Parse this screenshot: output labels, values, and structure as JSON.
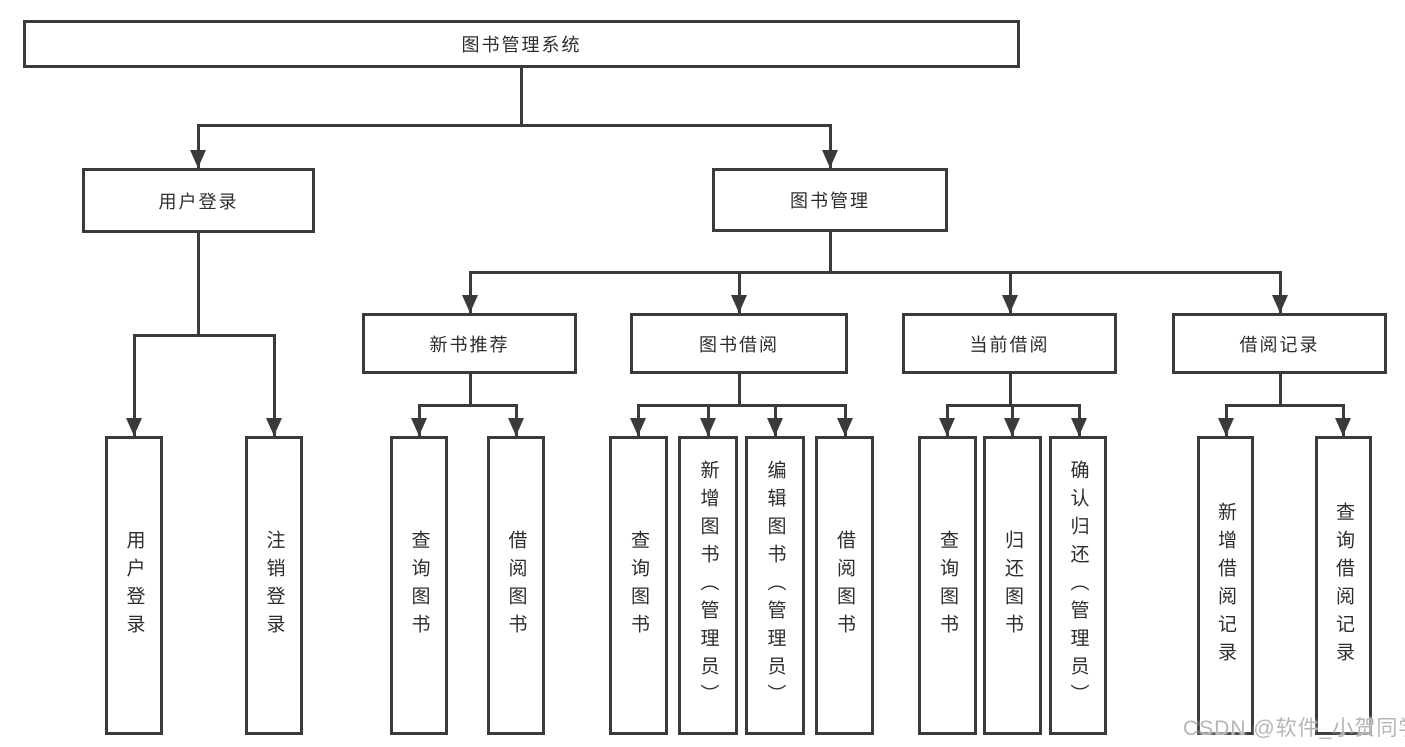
{
  "watermark": "CSDN @软件_小贺同学",
  "colors": {
    "line": "#3a3a3c",
    "box_border": "#3a3a3c",
    "text": "#2b2e31",
    "background": "#ffffff",
    "watermark": "#b3b7ba"
  },
  "tree": {
    "label": "图书管理系统",
    "children": [
      {
        "label": "用户登录",
        "children": [
          {
            "label": "用户登录"
          },
          {
            "label": "注销登录"
          }
        ]
      },
      {
        "label": "图书管理",
        "children": [
          {
            "label": "新书推荐",
            "children": [
              {
                "label": "查询图书"
              },
              {
                "label": "借阅图书"
              }
            ]
          },
          {
            "label": "图书借阅",
            "children": [
              {
                "label": "查询图书"
              },
              {
                "label": "新增图书（管理员）"
              },
              {
                "label": "编辑图书（管理员）"
              },
              {
                "label": "借阅图书"
              }
            ]
          },
          {
            "label": "当前借阅",
            "children": [
              {
                "label": "查询图书"
              },
              {
                "label": "归还图书"
              },
              {
                "label": "确认归还（管理员）"
              }
            ]
          },
          {
            "label": "借阅记录",
            "children": [
              {
                "label": "新增借阅记录"
              },
              {
                "label": "查询借阅记录"
              }
            ]
          }
        ]
      }
    ]
  }
}
